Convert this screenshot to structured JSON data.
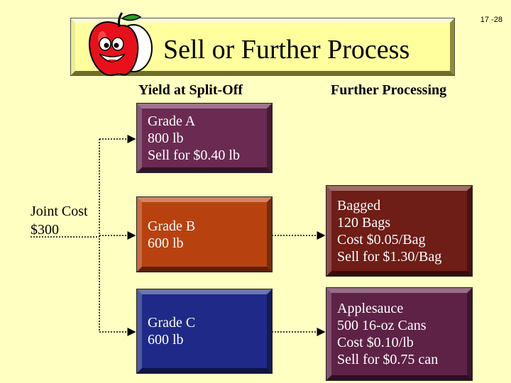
{
  "slide_number": "17 -28",
  "title": "Sell or Further Process",
  "headers": {
    "split_off": "Yield at Split-Off",
    "further": "Further Processing"
  },
  "joint_cost": {
    "line1": "Joint Cost",
    "line2": "$300"
  },
  "boxes": {
    "grade_a": [
      "Grade A",
      "800 lb",
      "Sell for $0.40 lb"
    ],
    "grade_b": [
      "Grade B",
      "600 lb"
    ],
    "grade_c": [
      "Grade C",
      "600 lb"
    ],
    "bagged": [
      "Bagged",
      "120 Bags",
      "Cost $0.05/Bag",
      "Sell for $1.30/Bag"
    ],
    "applesauce": [
      "Applesauce",
      "500 16-oz Cans",
      "Cost $0.10/lb",
      "Sell for $0.75 can"
    ]
  },
  "colors": {
    "background": "#ffffc2",
    "grade_a": "#6a2a52",
    "grade_b": "#b8420f",
    "grade_c": "#1f2a88",
    "bagged": "#6e1d17",
    "applesauce": "#5e2247"
  }
}
